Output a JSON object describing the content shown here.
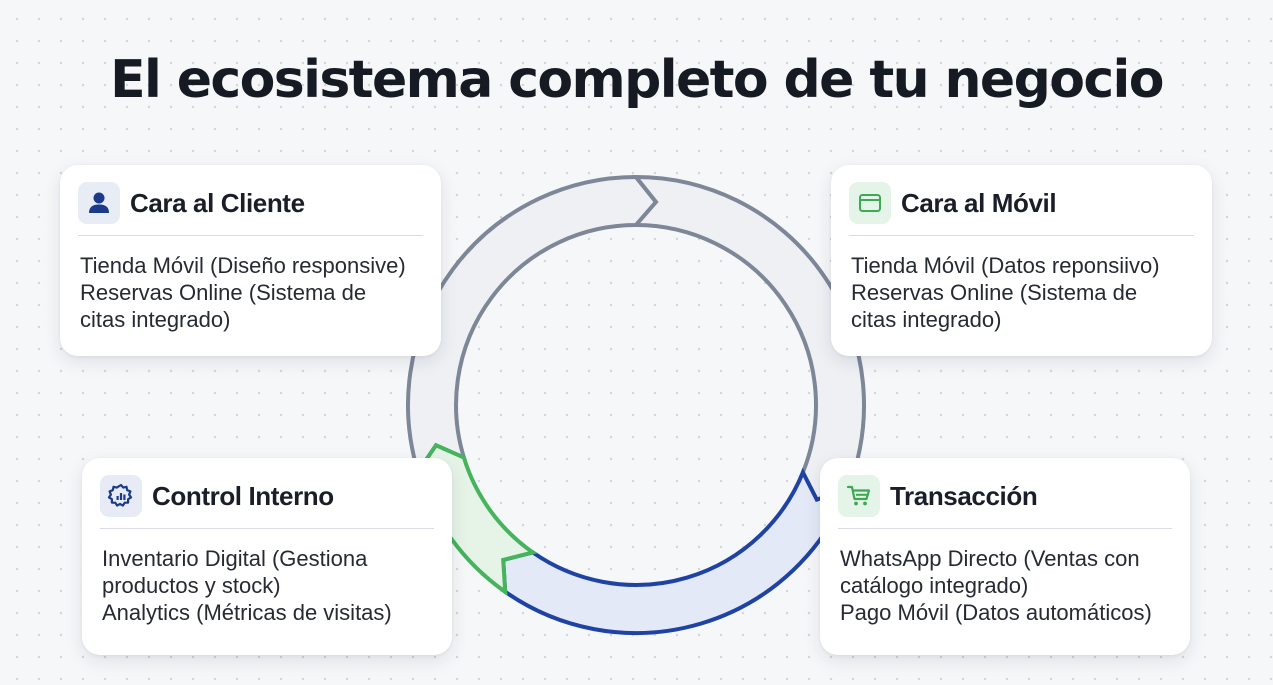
{
  "title": "El ecosistema completo de tu negocio",
  "colors": {
    "slate": "#7d8798",
    "green": "#45b45c",
    "blue": "#1f43a4",
    "blue_light": "#e3e9f7",
    "green_light": "#e6f4e8",
    "slate_light": "#eef0f4"
  },
  "cards": [
    {
      "id": "cara-al-cliente",
      "icon": "user-icon",
      "title": "Cara al Cliente",
      "lines": [
        "Tienda Móvil (Diseño responsive)",
        "Reservas Online (Sistema de",
        "citas integrado)"
      ]
    },
    {
      "id": "cara-al-movil",
      "icon": "browser-window-icon",
      "title": "Cara al Móvil",
      "lines": [
        "Tienda Móvil (Datos reponsiivo)",
        "Reservas Online (Sistema de",
        "citas integrado)"
      ]
    },
    {
      "id": "control-interno",
      "icon": "gear-chart-icon",
      "title": "Control Interno",
      "lines": [
        "Inventario Digital (Gestiona",
        "productos y stock)",
        "Analytics (Métricas de visitas)"
      ]
    },
    {
      "id": "transaccion",
      "icon": "shopping-cart-icon",
      "title": "Transacción",
      "lines": [
        "WhatsApp Directo (Ventas con",
        "catálogo integrado)",
        "Pago Móvil (Datos automáticos)"
      ]
    }
  ]
}
